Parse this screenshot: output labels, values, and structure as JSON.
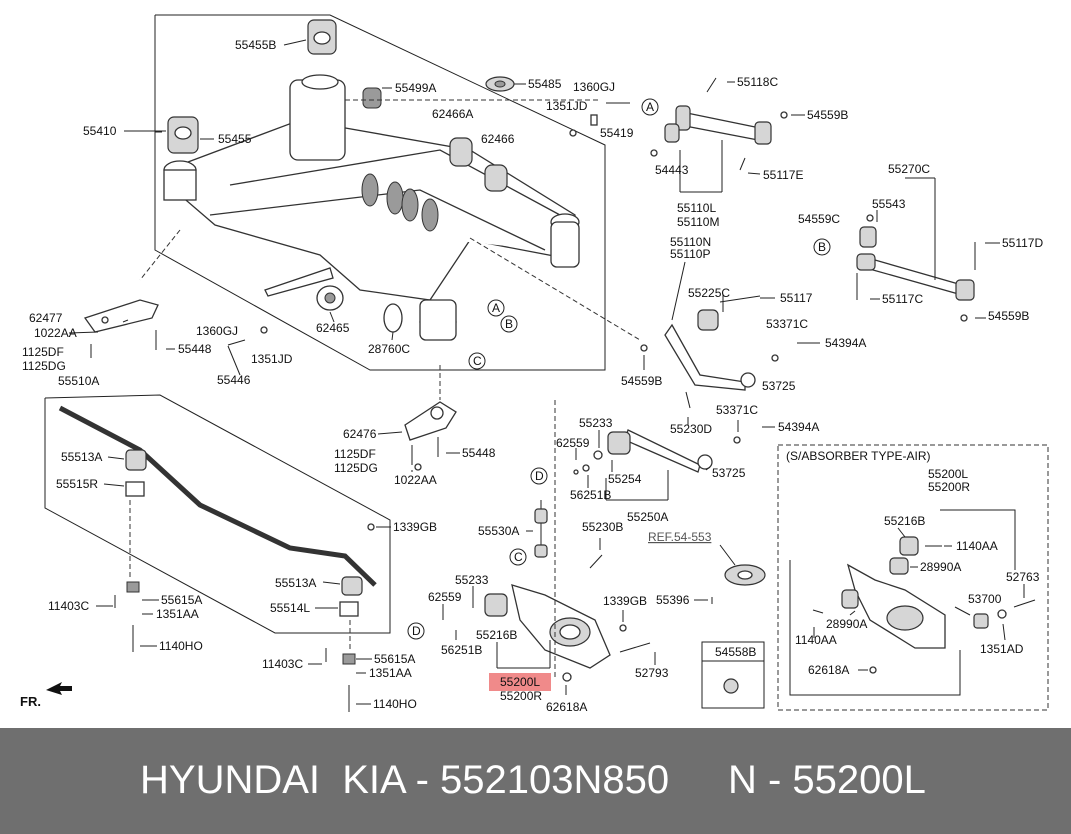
{
  "labels": {
    "l55455B": "55455B",
    "l55499A": "55499A",
    "l55485": "55485",
    "l1360GJ_a": "1360GJ",
    "l1351JD_a": "1351JD",
    "l55419": "55419",
    "l55118C": "55118C",
    "l54559B_a": "54559B",
    "l55410": "55410",
    "l55455": "55455",
    "l62466A": "62466A",
    "l62466": "62466",
    "l54443": "54443",
    "l55117E": "55117E",
    "l55110L": "55110L",
    "l55110M": "55110M",
    "l55270C": "55270C",
    "l55543": "55543",
    "l54559C": "54559C",
    "l55117D": "55117D",
    "l55117C": "55117C",
    "l54559B_b": "54559B",
    "l55110N": "55110N",
    "l55110P": "55110P",
    "l55225C": "55225C",
    "l55117": "55117",
    "l53371C_a": "53371C",
    "l54394A_a": "54394A",
    "l54559B_c": "54559B",
    "l53725_a": "53725",
    "l62477": "62477",
    "l1022AA_a": "1022AA",
    "l1125DF_a": "1125DF",
    "l1125DG_a": "1125DG",
    "l55448_a": "55448",
    "l1360GJ_b": "1360GJ",
    "l1351JD_b": "1351JD",
    "l55446": "55446",
    "l62465": "62465",
    "l28760C": "28760C",
    "l55510A": "55510A",
    "l55513A_a": "55513A",
    "l55515R": "55515R",
    "l62476": "62476",
    "l1125DF_b": "1125DF",
    "l1125DG_b": "1125DG",
    "l55448_b": "55448",
    "l1022AA_b": "1022AA",
    "l55233_a": "55233",
    "l55230D": "55230D",
    "l53371C_b": "53371C",
    "l54394A_b": "54394A",
    "l62559_a": "62559",
    "l56251B_a": "56251B",
    "l55254": "55254",
    "l53725_b": "53725",
    "l55250A": "55250A",
    "l1339GB_a": "1339GB",
    "l55530A": "55530A",
    "l55230B": "55230B",
    "l55513A_b": "55513A",
    "l55514L": "55514L",
    "l11403C_a": "11403C",
    "l55615A_a": "55615A",
    "l1351AA_a": "1351AA",
    "l1140HO_a": "1140HO",
    "l11403C_b": "11403C",
    "l55615A_b": "55615A",
    "l1351AA_b": "1351AA",
    "l1140HO_b": "1140HO",
    "l55233_b": "55233",
    "l62559_b": "62559",
    "l55216B_a": "55216B",
    "l56251B_b": "56251B",
    "l1339GB_b": "1339GB",
    "l52793": "52793",
    "l62618A_a": "62618A",
    "lREF": "REF.54-553",
    "l55396": "55396",
    "l54558B": "54558B",
    "lSAbs": "(S/ABSORBER TYPE-AIR)",
    "l55200L_b": "55200L",
    "l55200R_b": "55200R",
    "l55216B_b": "55216B",
    "l1140AA_a": "1140AA",
    "l28990A_a": "28990A",
    "l52763": "52763",
    "l28990A_b": "28990A",
    "l53700": "53700",
    "l1140AA_b": "1140AA",
    "l1351AD": "1351AD",
    "l62618A_b": "62618A",
    "l55200L_hl": "55200L",
    "l55200R_a": "55200R",
    "lFR": "FR.",
    "cA1": "A",
    "cB1": "B",
    "cC1": "C",
    "cA2": "A",
    "cB2": "B",
    "cC2": "C",
    "cD1": "D",
    "cD2": "D"
  },
  "highlight_color": "#f08a8a",
  "banner": {
    "left_text": "HYUNDAI  KIA - 552103N850",
    "right_text": "N - 55200L",
    "background": "#6f6f6f"
  }
}
